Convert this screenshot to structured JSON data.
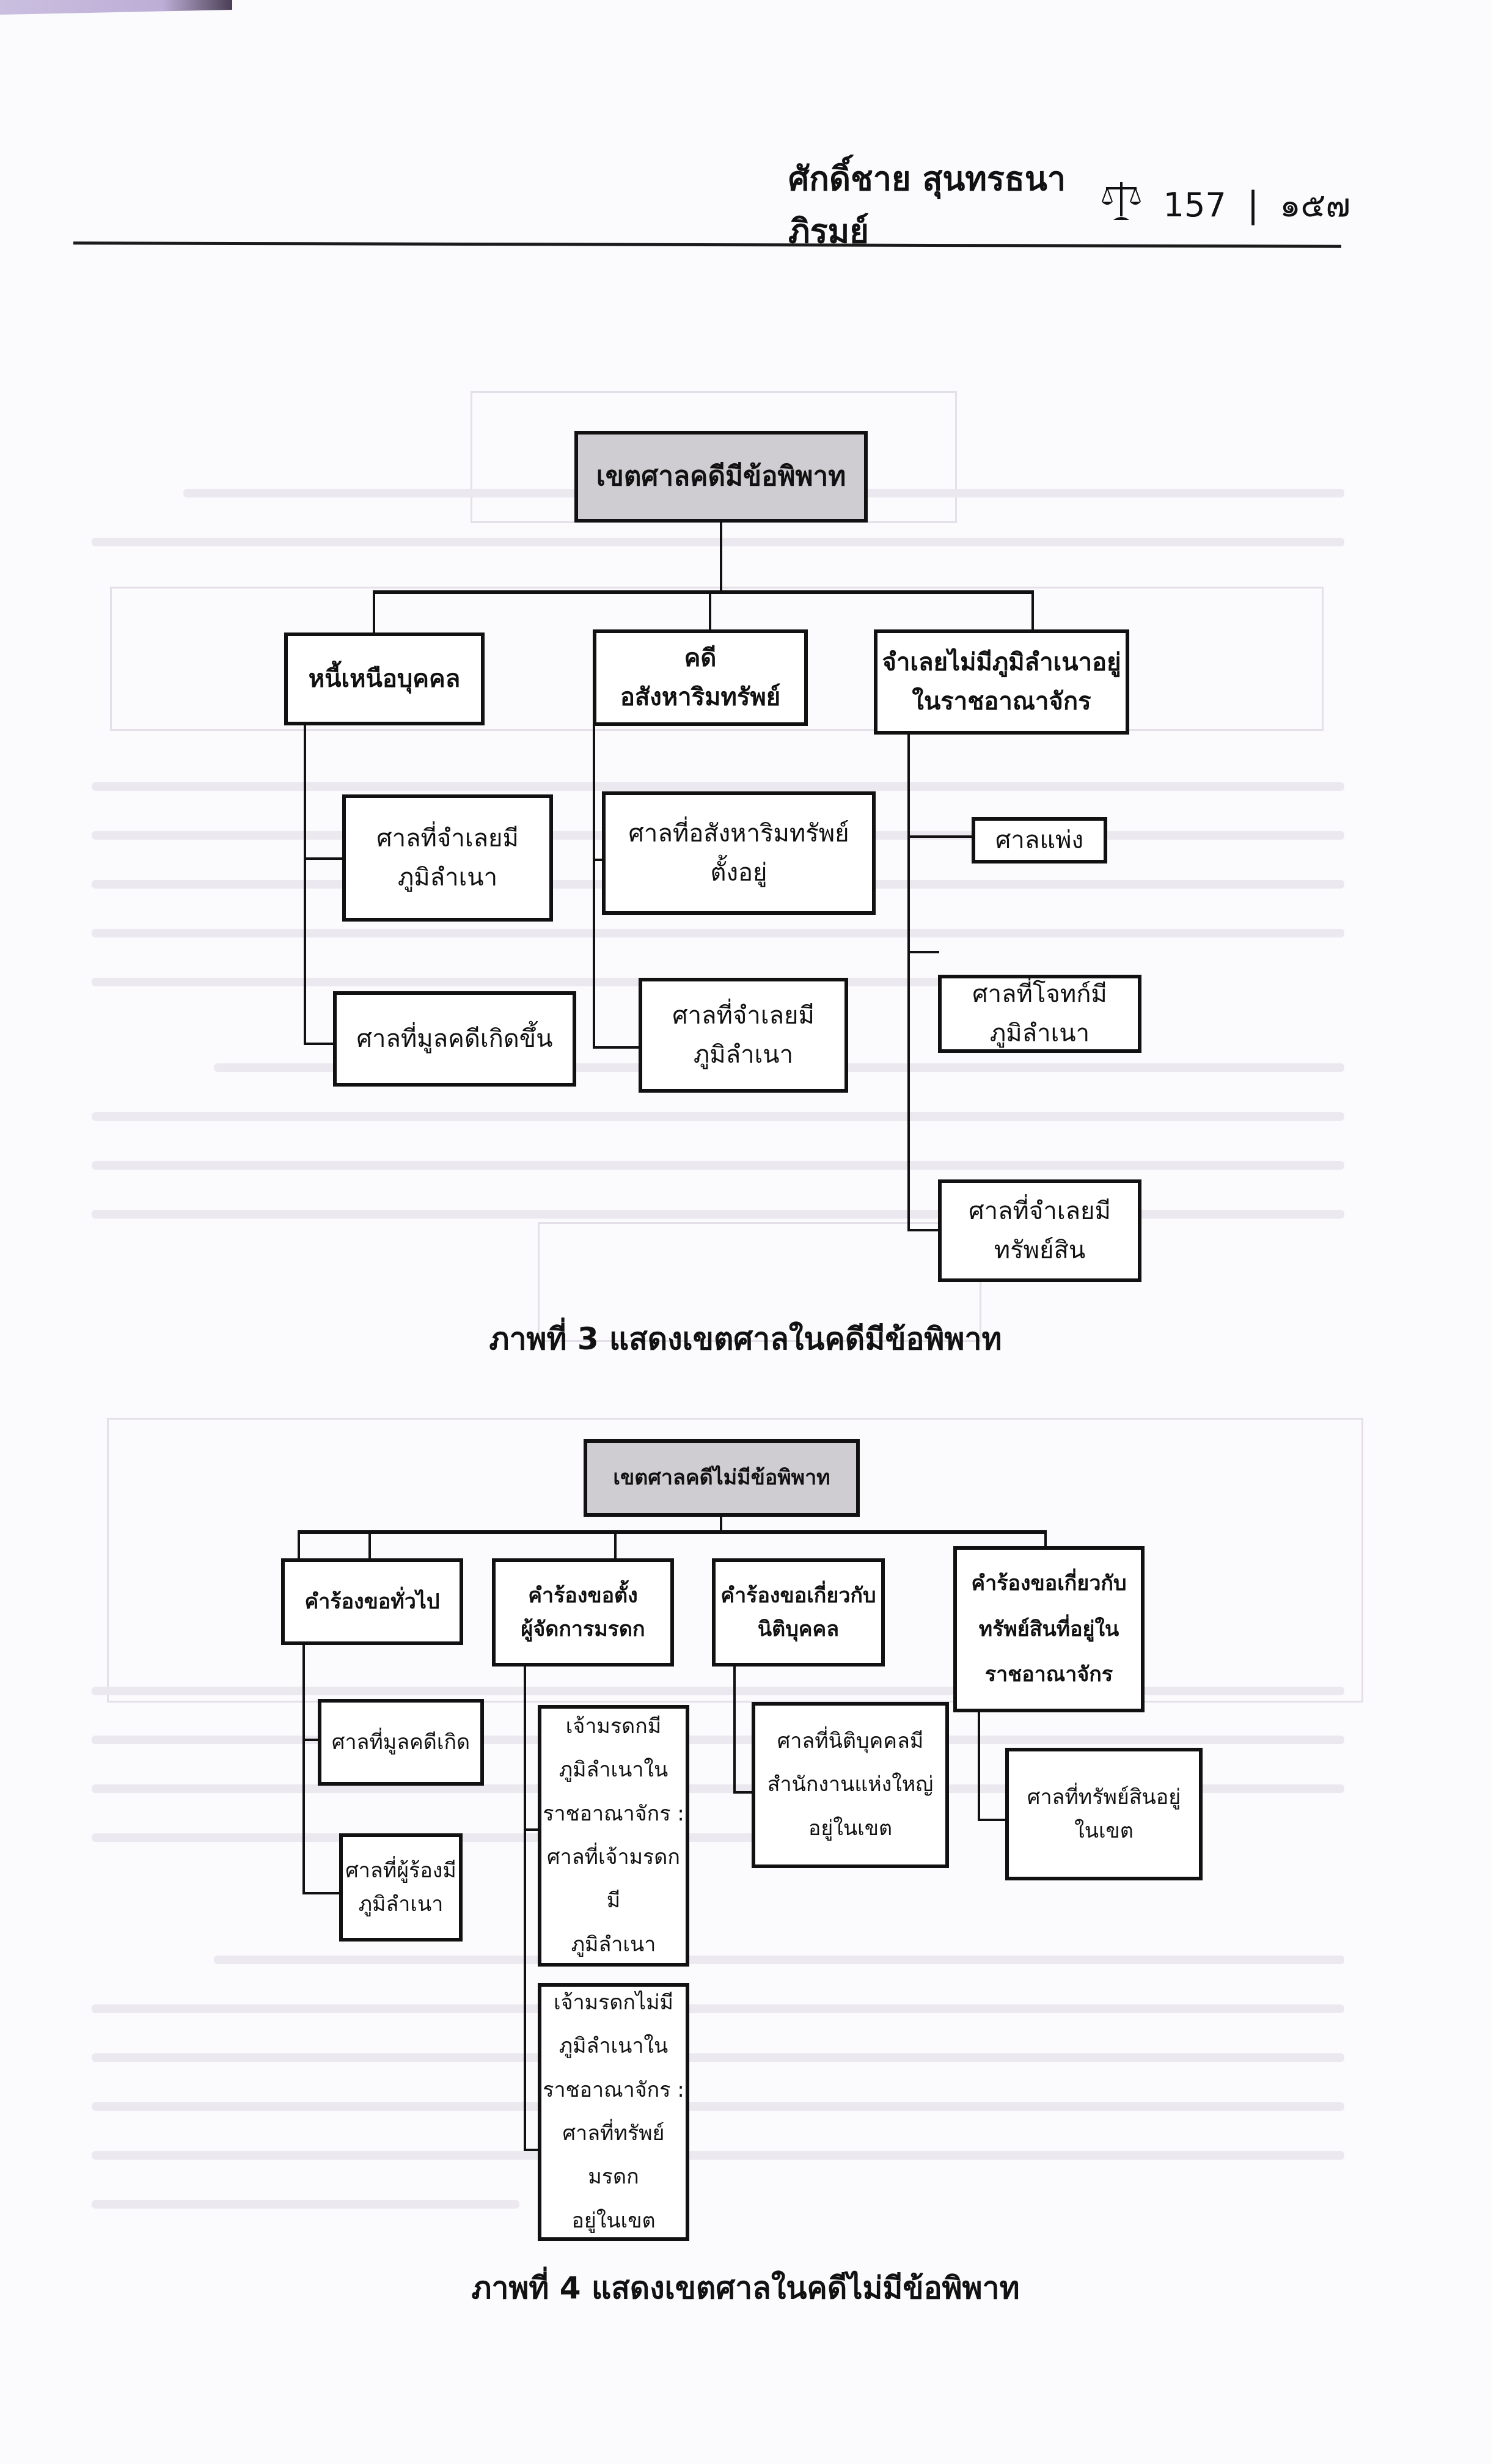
{
  "header": {
    "author": "ศักดิ์ชาย สุนทรธนาภิรมย์",
    "icon": "scales-of-justice-icon",
    "page_number_arabic": "157",
    "separator": "|",
    "page_number_thai": "๑๕๗"
  },
  "figure3": {
    "caption": "ภาพที่ 3 แสดงเขตศาลในคดีมีข้อพิพาท",
    "root": "เขตศาลคดีมีข้อพิพาท",
    "branches": [
      {
        "label": "หนี้เหนือบุคคล",
        "children": [
          "ศาลที่จำเลยมี\nภูมิลำเนา",
          "ศาลที่มูลคดีเกิดขึ้น"
        ]
      },
      {
        "label": "คดี\nอสังหาริมทรัพย์",
        "children": [
          "ศาลที่อสังหาริมทรัพย์\nตั้งอยู่",
          "ศาลที่จำเลยมี\nภูมิลำเนา"
        ]
      },
      {
        "label": "จำเลยไม่มีภูมิลำเนาอยู่\nในราชอาณาจักร",
        "children": [
          "ศาลแพ่ง",
          "ศาลที่โจทก์มี\nภูมิลำเนา",
          "ศาลที่จำเลยมี\nทรัพย์สิน"
        ]
      }
    ]
  },
  "figure4": {
    "caption": "ภาพที่ 4 แสดงเขตศาลในคดีไม่มีข้อพิพาท",
    "root": "เขตศาลคดีไม่มีข้อพิพาท",
    "branches": [
      {
        "label": "คำร้องขอทั่วไป",
        "children": [
          "ศาลที่มูลคดีเกิด",
          "ศาลที่ผู้ร้องมี\nภูมิลำเนา"
        ]
      },
      {
        "label": "คำร้องขอตั้ง\nผู้จัดการมรดก",
        "children": [
          "เจ้ามรดกมี\nภูมิลำเนาใน\nราชอาณาจักร :\nศาลที่เจ้ามรดกมี\nภูมิลำเนา",
          "เจ้ามรดกไม่มี\nภูมิลำเนาใน\nราชอาณาจักร :\nศาลที่ทรัพย์มรดก\nอยู่ในเขต"
        ]
      },
      {
        "label": "คำร้องขอเกี่ยวกับ\nนิติบุคคล",
        "children": [
          "ศาลที่นิติบุคคลมี\nสำนักงานแห่งใหญ่\nอยู่ในเขต"
        ]
      },
      {
        "label": "คำร้องขอเกี่ยวกับ\nทรัพย์สินที่อยู่ใน\nราชอาณาจักร",
        "children": [
          "ศาลที่ทรัพย์สินอยู่\nในเขต"
        ]
      }
    ]
  }
}
